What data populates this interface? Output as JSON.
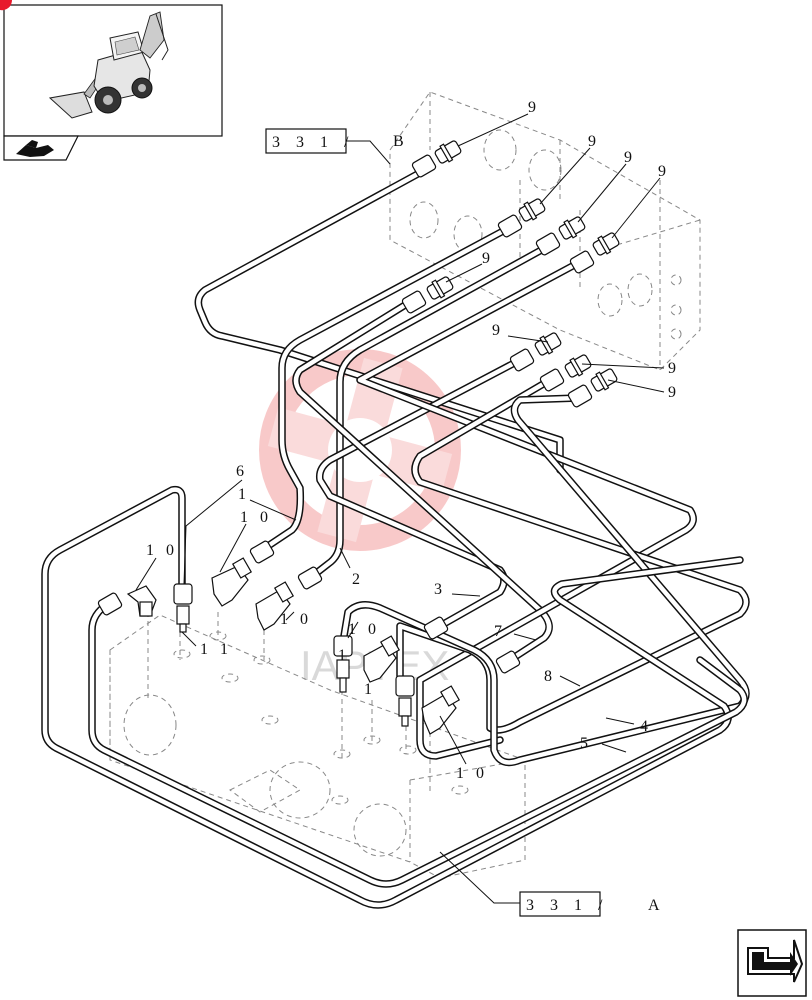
{
  "header": {
    "thumbnail_icon": "backhoe-loader-thumbnail-icon",
    "nav_icon": "hand-pointer-nav-icon",
    "accent_color": "#e8192c"
  },
  "references": {
    "ref_b": {
      "box": "3 3 1 /",
      "letter": "B"
    },
    "ref_a": {
      "box": "3 3 1 /",
      "letter": "A"
    }
  },
  "callouts": {
    "c2": "2",
    "c3": "3",
    "c4": "4",
    "c5": "5",
    "c6": "6",
    "c7": "7",
    "c8": "8",
    "c1a": "1",
    "c1b": "1",
    "c1c": "1",
    "c9a": "9",
    "c9b": "9",
    "c9c": "9",
    "c9d": "9",
    "c9e": "9",
    "c9f": "9",
    "c9g": "9",
    "c9h": "9",
    "c10a": "1 0",
    "c10b": "1 0",
    "c10c": "1 0",
    "c10d": "1 0",
    "c10e": "1 0",
    "c11a": "1 1"
  },
  "watermark": {
    "text": "IAPTEX",
    "color": "#f4a0a0"
  },
  "footer": {
    "next_icon": "next-page-arrow-icon"
  }
}
